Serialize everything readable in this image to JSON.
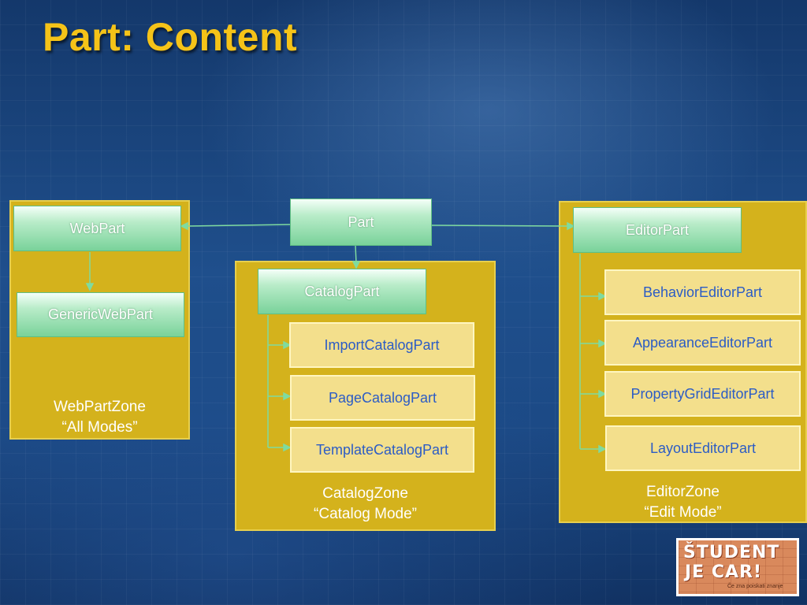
{
  "title": "Part: Content",
  "nodes": {
    "part": "Part",
    "webpart": "WebPart",
    "generic_webpart": "GenericWebPart",
    "catalog_part": "CatalogPart",
    "import_catalog_part": "ImportCatalogPart",
    "page_catalog_part": "PageCatalogPart",
    "template_catalog_part": "TemplateCatalogPart",
    "editor_part": "EditorPart",
    "behavior_editor_part": "BehaviorEditorPart",
    "appearance_editor_part": "AppearanceEditorPart",
    "property_grid_editor_part": "PropertyGridEditorPart",
    "layout_editor_part": "LayoutEditorPart"
  },
  "zones": {
    "webpartzone": {
      "name": "WebPartZone",
      "mode": "“All Modes”"
    },
    "catalogzone": {
      "name": "CatalogZone",
      "mode": "“Catalog Mode”"
    },
    "editorzone": {
      "name": "EditorZone",
      "mode": "“Edit Mode”"
    }
  },
  "logo": {
    "line1": "ŠTUDENT",
    "line2": "JE CAR!",
    "line3": "Če zna poiskati znanje"
  },
  "colors": {
    "title": "#f5c318",
    "zone": "#d4b21c",
    "green_box": "#79d29a",
    "yellow_box": "#f3df8c",
    "yellow_box_text": "#2c5cc5",
    "connector": "#7fdba0"
  }
}
